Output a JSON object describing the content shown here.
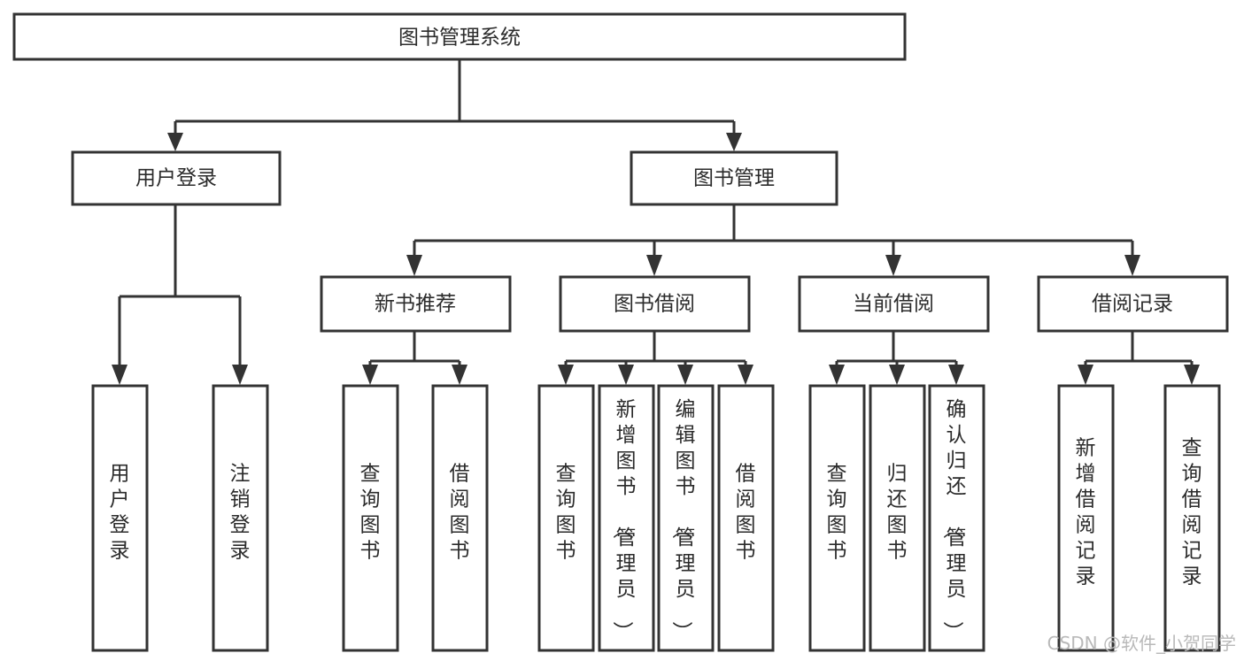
{
  "diagram": {
    "title": "图书管理系统",
    "type": "hierarchy-tree",
    "orientation": "top-down",
    "levels": 4,
    "root": {
      "id": "root",
      "label": "图书管理系统",
      "orientation": "horizontal"
    },
    "level2": [
      {
        "id": "user-login",
        "label": "用户登录",
        "orientation": "horizontal"
      },
      {
        "id": "book-manage",
        "label": "图书管理",
        "orientation": "horizontal"
      }
    ],
    "level3": [
      {
        "id": "new-book-rec",
        "label": "新书推荐",
        "orientation": "horizontal",
        "parent": "book-manage"
      },
      {
        "id": "book-borrow",
        "label": "图书借阅",
        "orientation": "horizontal",
        "parent": "book-manage"
      },
      {
        "id": "current-borrow",
        "label": "当前借阅",
        "orientation": "horizontal",
        "parent": "book-manage"
      },
      {
        "id": "borrow-record",
        "label": "借阅记录",
        "orientation": "horizontal",
        "parent": "book-manage"
      }
    ],
    "leaves": [
      {
        "id": "leaf-user-login",
        "label": "用户登录",
        "orientation": "vertical",
        "parent": "user-login"
      },
      {
        "id": "leaf-user-logout",
        "label": "注销登录",
        "orientation": "vertical",
        "parent": "user-login"
      },
      {
        "id": "leaf-rec-query-book",
        "label": "查询图书",
        "orientation": "vertical",
        "parent": "new-book-rec"
      },
      {
        "id": "leaf-rec-borrow-book",
        "label": "借阅图书",
        "orientation": "vertical",
        "parent": "new-book-rec"
      },
      {
        "id": "leaf-borrow-query-book",
        "label": "查询图书",
        "orientation": "vertical",
        "parent": "book-borrow"
      },
      {
        "id": "leaf-borrow-add-book",
        "label": "新增图书（管理员）",
        "orientation": "vertical",
        "parent": "book-borrow"
      },
      {
        "id": "leaf-borrow-edit-book",
        "label": "编辑图书（管理员）",
        "orientation": "vertical",
        "parent": "book-borrow"
      },
      {
        "id": "leaf-borrow-borrow-book",
        "label": "借阅图书",
        "orientation": "vertical",
        "parent": "book-borrow"
      },
      {
        "id": "leaf-current-query-book",
        "label": "查询图书",
        "orientation": "vertical",
        "parent": "current-borrow"
      },
      {
        "id": "leaf-current-return-book",
        "label": "归还图书",
        "orientation": "vertical",
        "parent": "current-borrow"
      },
      {
        "id": "leaf-current-confirm-return",
        "label": "确认归还（管理员）",
        "orientation": "vertical",
        "parent": "current-borrow"
      },
      {
        "id": "leaf-record-add",
        "label": "新增借阅记录",
        "orientation": "vertical",
        "parent": "borrow-record"
      },
      {
        "id": "leaf-record-query",
        "label": "查询借阅记录",
        "orientation": "vertical",
        "parent": "borrow-record"
      }
    ],
    "colors": {
      "box_fill": "#ffffff",
      "box_stroke": "#333333",
      "text": "#2b2b2b",
      "edge": "#333333",
      "background": "#ffffff",
      "watermark": "#b9b9b9"
    }
  },
  "watermark": {
    "text": "CSDN @软件_小贺同学"
  }
}
